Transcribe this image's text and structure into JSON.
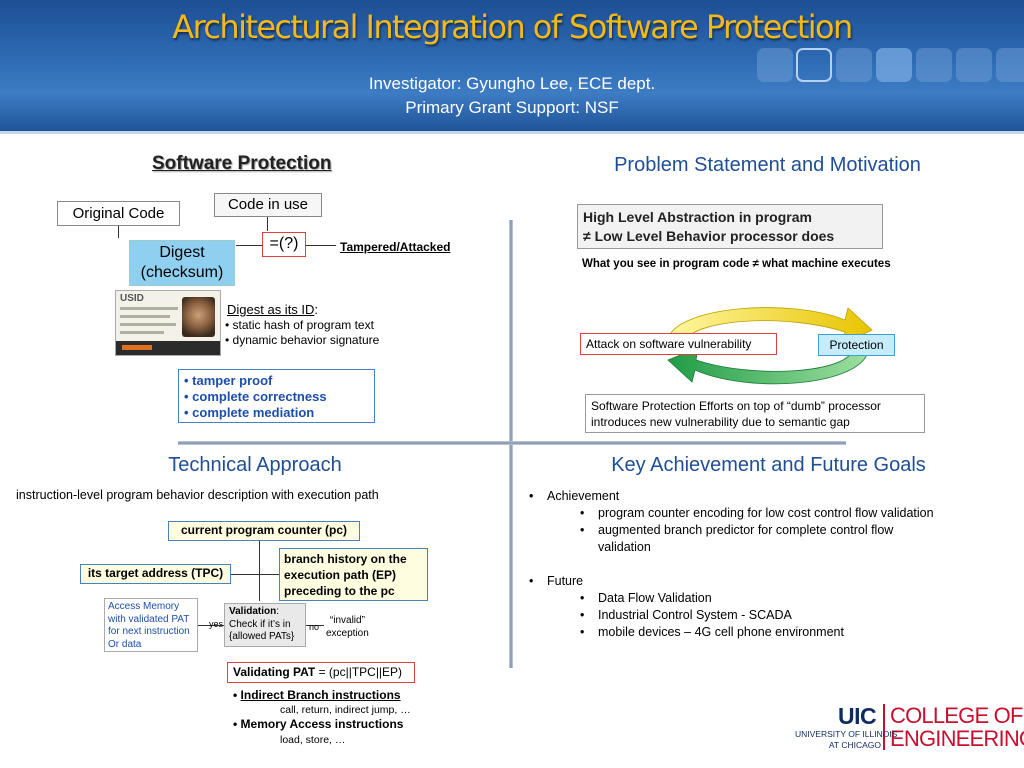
{
  "header": {
    "title": "Architectural Integration of Software Protection",
    "investigator": "Investigator: Gyungho Lee, ECE dept.",
    "grant": "Primary Grant Support: NSF"
  },
  "software_protection": {
    "heading": "Software Protection",
    "original_code": "Original Code",
    "code_in_use": "Code in use",
    "digest": "Digest\n(checksum)",
    "compare": "=(?)",
    "tampered": "Tampered/Attacked",
    "id_title": "Digest as its ID",
    "id_colon": ":",
    "id_items": [
      "• static hash of program text",
      "• dynamic behavior signature"
    ],
    "id_card_label": "USID",
    "properties": [
      "• tamper proof",
      "• complete correctness",
      "• complete mediation"
    ]
  },
  "problem": {
    "heading": "Problem Statement and Motivation",
    "abstraction_line1": "High Level Abstraction in program",
    "abstraction_line2": "≠  Low Level Behavior processor does",
    "what_you_see": "What you see in program code ≠ what machine executes",
    "attack": "Attack on software vulnerability",
    "protection": "Protection",
    "efforts_line1": "Software Protection Efforts on top of “dumb” processor",
    "efforts_line2": "introduces new vulnerability due to semantic gap"
  },
  "technical": {
    "heading": "Technical Approach",
    "intro": "instruction-level program behavior description with execution path",
    "pc": "current program counter (pc)",
    "branch_history": "branch history on the\nexecution path (EP)\npreceding to the pc",
    "target": "its target address (TPC)",
    "access_memory": "Access Memory\nwith validated PAT\nfor next instruction\nOr data",
    "validation_title": "Validation",
    "validation_rest": ":\nCheck if it’s in\n{allowed PATs}",
    "yes": "yes",
    "no": "no",
    "invalid": "“invalid”\nexception",
    "validating_bold": "Validating PAT",
    "validating_rest": " = (pc||TPC||EP)",
    "indirect_bullet": "• ",
    "indirect_title": "Indirect Branch instructions",
    "indirect_items": "call, return, indirect jump, …",
    "memory_title": "• Memory Access instructions",
    "memory_items": "load, store, …"
  },
  "achievement": {
    "heading": "Key Achievement and Future Goals",
    "achievement_label": "Achievement",
    "achievement_items": [
      "program counter encoding for low cost control flow validation",
      "augmented branch predictor for complete control flow validation"
    ],
    "future_label": "Future",
    "future_items": [
      "Data Flow Validation",
      "Industrial Control System - SCADA",
      "mobile devices – 4G cell phone environment"
    ]
  },
  "logo": {
    "uic": "UIC",
    "college": "COLLEGE OF",
    "engineering": "ENGINEERING",
    "univ_line1": "UNIVERSITY OF ILLINOIS",
    "univ_line2": "AT CHICAGO"
  },
  "colors": {
    "title": "#f3b81b",
    "heading_blue": "#1f4e96",
    "digest_fill": "#8fd0f0",
    "uic_red": "#c8102e"
  }
}
